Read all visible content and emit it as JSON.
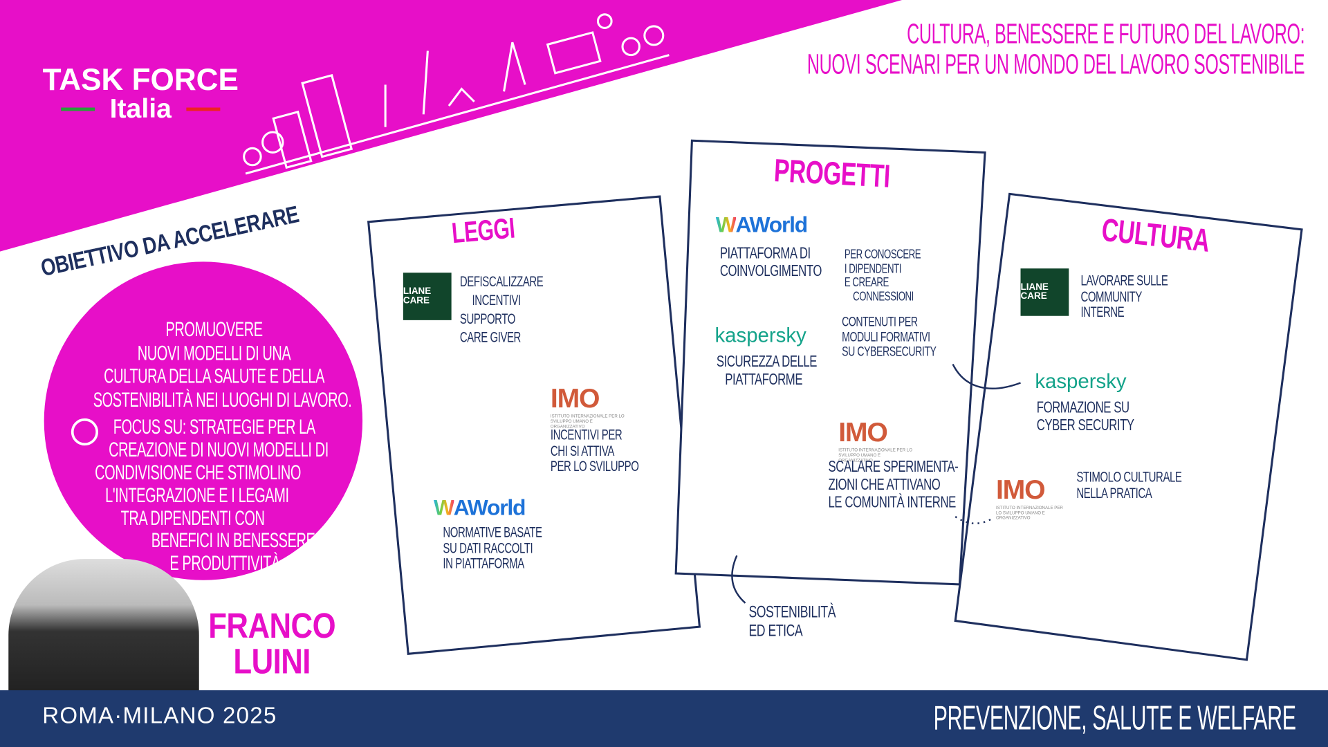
{
  "header": {
    "brand_line1": "TASK FORCE",
    "brand_line2": "Italia",
    "event_title_line1": "CULTURA, BENESSERE E FUTURO DEL LAVORO:",
    "event_title_line2": "NUOVI SCENARI PER UN MONDO DEL LAVORO SOSTENIBILE"
  },
  "objective": {
    "arc_title": "OBIETTIVO da ACCELERARE",
    "lines": [
      "PROMUOVERE",
      "NUOVI MODELLI DI UNA",
      "CULTURA DELLA SALUTE E DELLA",
      "SOSTENIBILITÀ NEI LUOGHI DI LAVORO."
    ],
    "focus_lines": [
      "FOCUS SU: STRATEGIE PER LA",
      "CREAZIONE di NUOVI MODELLI DI",
      "CONDIVISIONE CHE STIMOLINO",
      "L'INTEGRAZIONE E I LEGAMI",
      "TRA DIPENDENTI CON",
      "BENEFICI IN BENESSERE",
      "e PRODUTTIVITÀ"
    ]
  },
  "speaker": {
    "first_name": "FRANCO",
    "last_name": "LUINI"
  },
  "leggi": {
    "title": "LEGGI",
    "liane_logo": "LIANE CARE",
    "liane_notes": [
      "DEFISCALIZZARE",
      "INCENTIVI",
      "SUPPORTO",
      "CARE GIVER"
    ],
    "imo_logo": "IMO",
    "imo_sub": "ISTITUTO INTERNAZIONALE PER LO SVILUPPO UMANO E ORGANIZZATIVO",
    "imo_notes": [
      "INCENTIVI PER",
      "CHI SI ATTIVA",
      "PER LO SVILUPPO"
    ],
    "aworld_logo": "AWorld",
    "aworld_notes": [
      "NORMATIVE BASATE",
      "SU DATI RACCOLTI",
      "in PIATTAFORMA"
    ]
  },
  "progetti": {
    "title": "PROGETTI",
    "aworld_logo": "AWorld",
    "aworld_notes": [
      "PIATTAFORMA di",
      "COINVOLGIMENTO"
    ],
    "aworld_side": [
      "PER CONOSCERE",
      "i DIPENDENTI",
      "e CREARE",
      "CONNESSIONI"
    ],
    "kaspersky_logo": "kaspersky",
    "kaspersky_notes": [
      "SICUREZZA delle",
      "PIATTAFORME"
    ],
    "kaspersky_side": [
      "CONTENUTI PER",
      "MODULI FORMATIVI",
      "su CYBERSECURITY"
    ],
    "imo_logo": "IMO",
    "imo_sub": "ISTITUTO INTERNAZIONALE PER LO SVILUPPO UMANO E ORGANIZZATIVO",
    "imo_notes": [
      "SCALARE SPERIMENTA-",
      "ZIONI CHE ATTIVANO",
      "le COMUNITÀ INTERNE"
    ],
    "bottom_note": [
      "SOSTENIBILITÀ",
      "ED ETICA"
    ]
  },
  "cultura": {
    "title": "CULTURA",
    "liane_logo": "LIANE CARE",
    "liane_notes": [
      "LAVORARE sulle",
      "COMMUNITY",
      "INTERNE"
    ],
    "kaspersky_logo": "kaspersky",
    "kaspersky_notes": [
      "FORMAZIONE SU",
      "CYBER SECURITY"
    ],
    "imo_logo": "IMO",
    "imo_sub": "ISTITUTO INTERNAZIONALE PER LO SVILUPPO UMANO E ORGANIZZATIVO",
    "imo_notes": [
      "STIMOLO CULTURALE",
      "nella PRATICA"
    ]
  },
  "footer": {
    "left": "ROMA·MILANO 2025",
    "right": "PREVENZIONE, SALUTE E WELFARE"
  },
  "colors": {
    "pink": "#e70fc8",
    "navy": "#1e3a6e"
  }
}
